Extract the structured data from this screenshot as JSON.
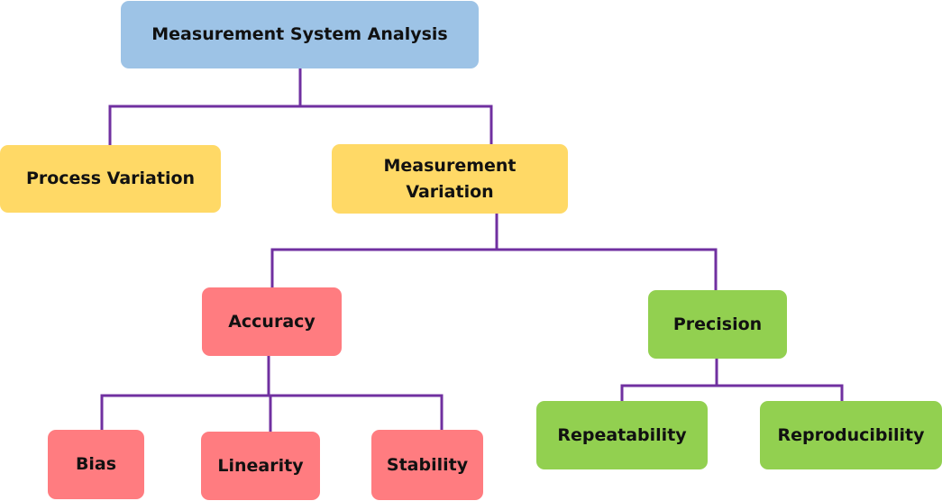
{
  "diagram": {
    "line_color": "#7030A0",
    "colors": {
      "root": "#9DC3E6",
      "variation": "#FFD966",
      "accuracy": "#FF7C80",
      "precision": "#92D050"
    },
    "nodes": {
      "root": "Measurement System Analysis",
      "process_variation": "Process Variation",
      "measurement_variation": "Measurement\nVariation",
      "accuracy": "Accuracy",
      "precision": "Precision",
      "bias": "Bias",
      "linearity": "Linearity",
      "stability": "Stability",
      "repeatability": "Repeatability",
      "reproducibility": "Reproducibility"
    }
  }
}
